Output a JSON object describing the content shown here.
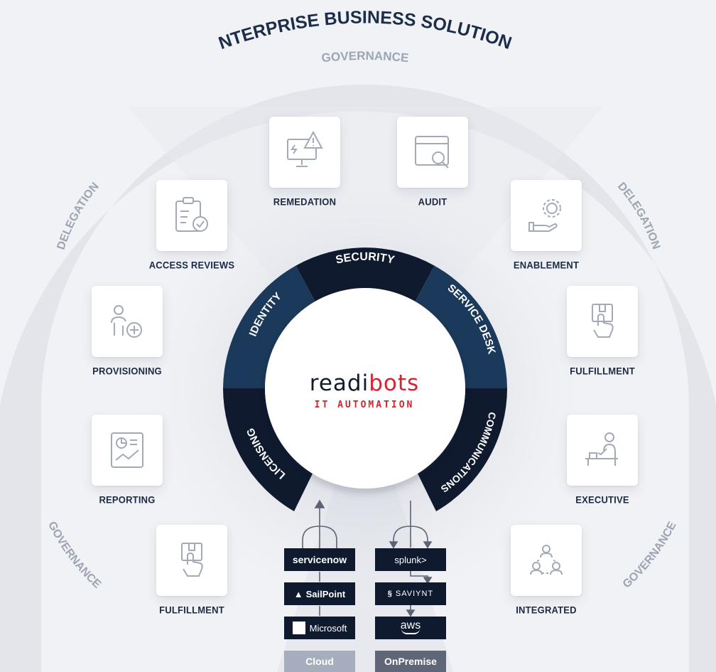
{
  "header": {
    "title": "ENTERPRISE BUSINESS SOLUTIONS"
  },
  "outer_ring": {
    "top": "GOVERNANCE",
    "upper_left": "DELEGATION",
    "upper_right": "DELEGATION",
    "lower_left": "GOVERNANCE",
    "lower_right": "GOVERNANCE"
  },
  "center": {
    "brand_part1": "readi",
    "brand_part2": "bots",
    "tagline": "IT AUTOMATION"
  },
  "segments": {
    "security": "SECURITY",
    "identity": "IDENTITY",
    "service_desk": "SERVICE DESK",
    "licensing": "LICENSING",
    "communications": "COMMUNICATIONS"
  },
  "tiles": [
    {
      "label": "REMEDATION",
      "icon": "monitor-warning-icon"
    },
    {
      "label": "AUDIT",
      "icon": "window-search-icon"
    },
    {
      "label": "ACCESS REVIEWS",
      "icon": "clipboard-check-icon"
    },
    {
      "label": "ENABLEMENT",
      "icon": "hand-gear-icon"
    },
    {
      "label": "PROVISIONING",
      "icon": "user-add-icon"
    },
    {
      "label": "FULFILLMENT",
      "icon": "hand-box-icon"
    },
    {
      "label": "REPORTING",
      "icon": "report-chart-icon"
    },
    {
      "label": "EXECUTIVE",
      "icon": "executive-desk-icon"
    },
    {
      "label": "FULFILLMENT",
      "icon": "hand-box-icon"
    },
    {
      "label": "INTEGRATED",
      "icon": "team-network-icon"
    }
  ],
  "integrations": {
    "cloud": [
      "servicenow",
      "SailPoint",
      "Microsoft"
    ],
    "onpremise": [
      "splunk>",
      "SAVIYNT",
      "aws"
    ]
  },
  "environments": {
    "cloud": "Cloud",
    "onpremise": "OnPremise"
  },
  "colors": {
    "navy_dark": "#0f1a2e",
    "navy_mid": "#1b3a5b",
    "brand_red": "#d52331",
    "ring_light": "#e2e4ea",
    "env_cloud": "#a6aebe",
    "env_onpremise": "#5e6677"
  }
}
